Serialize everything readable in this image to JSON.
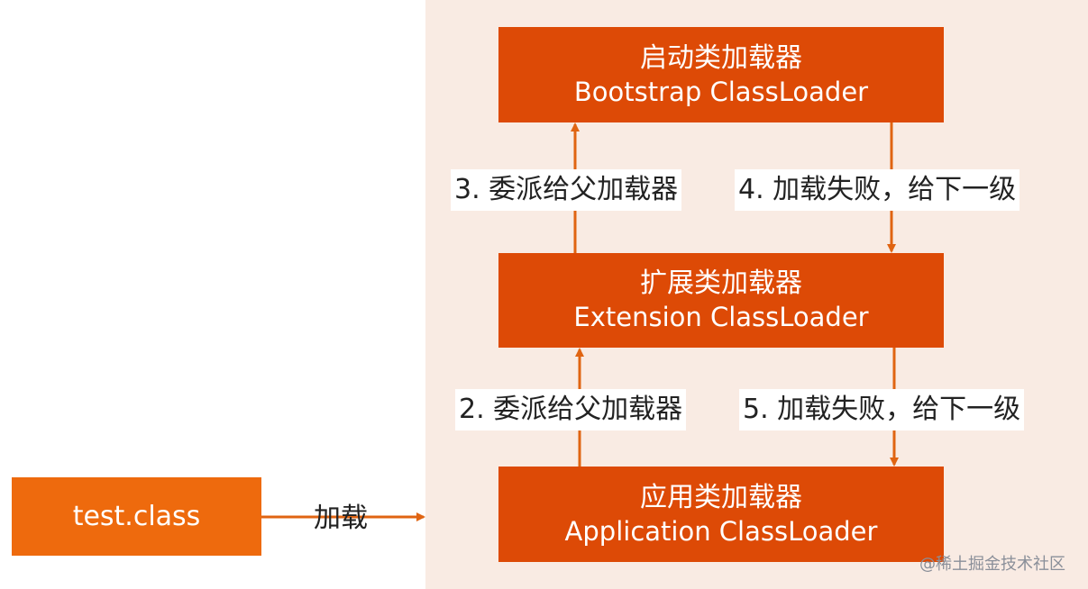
{
  "diagram": {
    "bootstrap": {
      "zh": "启动类加载器",
      "en": "Bootstrap ClassLoader"
    },
    "extension": {
      "zh": "扩展类加载器",
      "en": "Extension ClassLoader"
    },
    "application": {
      "zh": "应用类加载器",
      "en": "Application ClassLoader"
    },
    "source": {
      "label": "test.class"
    },
    "edges": {
      "load": "加载",
      "delegate_app_to_ext": "2. 委派给父加载器",
      "delegate_ext_to_boot": "3. 委派给父加载器",
      "fail_boot_to_ext": "4. 加载失败，给下一级",
      "fail_ext_to_app": "5. 加载失败，给下一级"
    }
  },
  "watermark": "@稀土掘金技术社区",
  "colors": {
    "node": "#dd4a06",
    "source_node": "#ee6a0d",
    "arrow": "#e06412",
    "panel": "#f9ebe3"
  }
}
